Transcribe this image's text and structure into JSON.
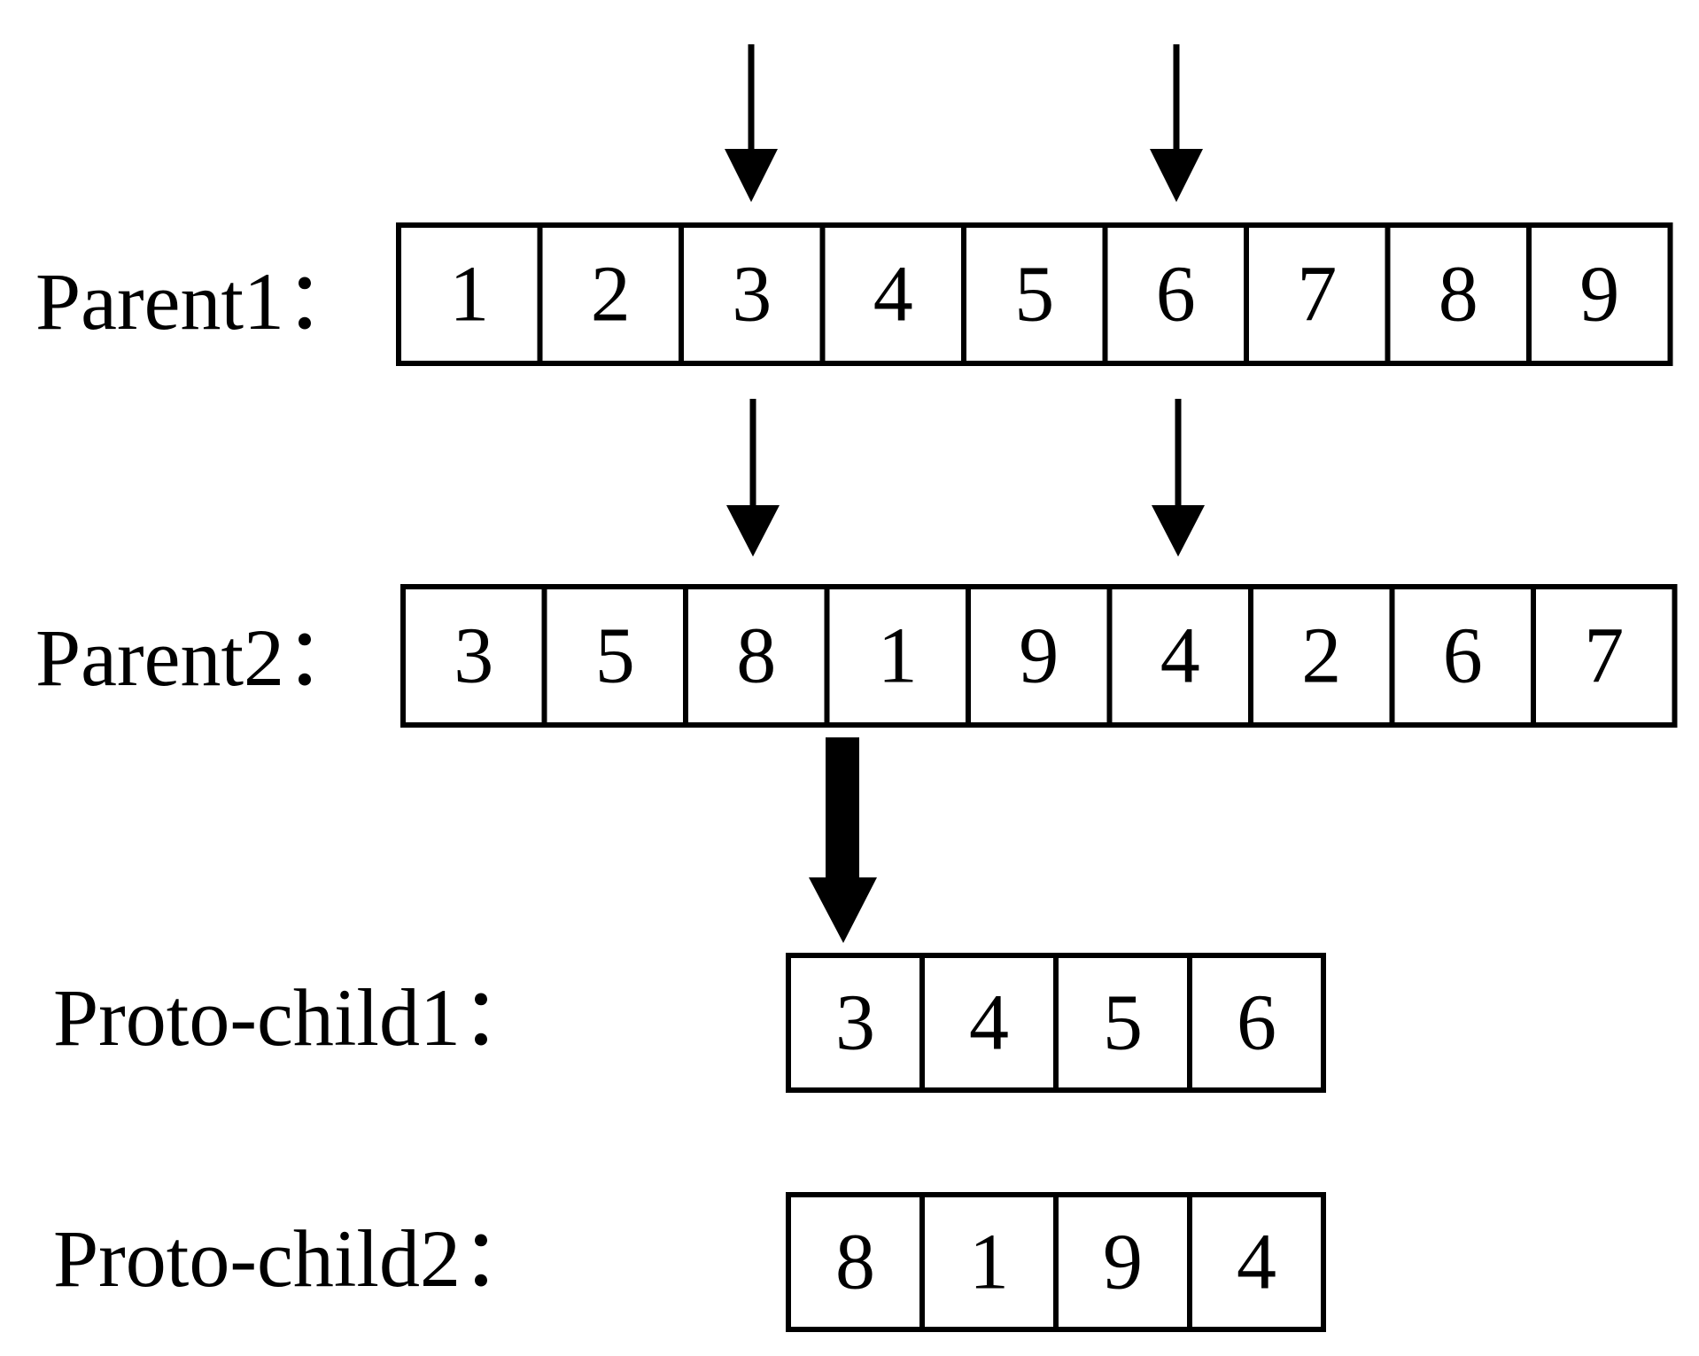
{
  "rows": [
    {
      "id": "parent1",
      "label": "Parent1：",
      "values": [
        "1",
        "2",
        "3",
        "4",
        "5",
        "6",
        "7",
        "8",
        "9"
      ]
    },
    {
      "id": "parent2",
      "label": "Parent2：",
      "values": [
        "3",
        "5",
        "8",
        "1",
        "9",
        "4",
        "2",
        "6",
        "7"
      ]
    },
    {
      "id": "proto-child1",
      "label": "Proto-child1：",
      "values": [
        "3",
        "4",
        "5",
        "6"
      ]
    },
    {
      "id": "proto-child2",
      "label": "Proto-child2：",
      "values": [
        "8",
        "1",
        "9",
        "4"
      ]
    }
  ],
  "cut_points": {
    "parent1_after_index": [
      2,
      5
    ],
    "parent2_after_index": [
      2,
      5
    ]
  },
  "arrow_icons": [
    "arrow-down-icon",
    "arrow-down-icon",
    "arrow-down-icon",
    "arrow-down-icon",
    "thick-arrow-down-icon"
  ]
}
